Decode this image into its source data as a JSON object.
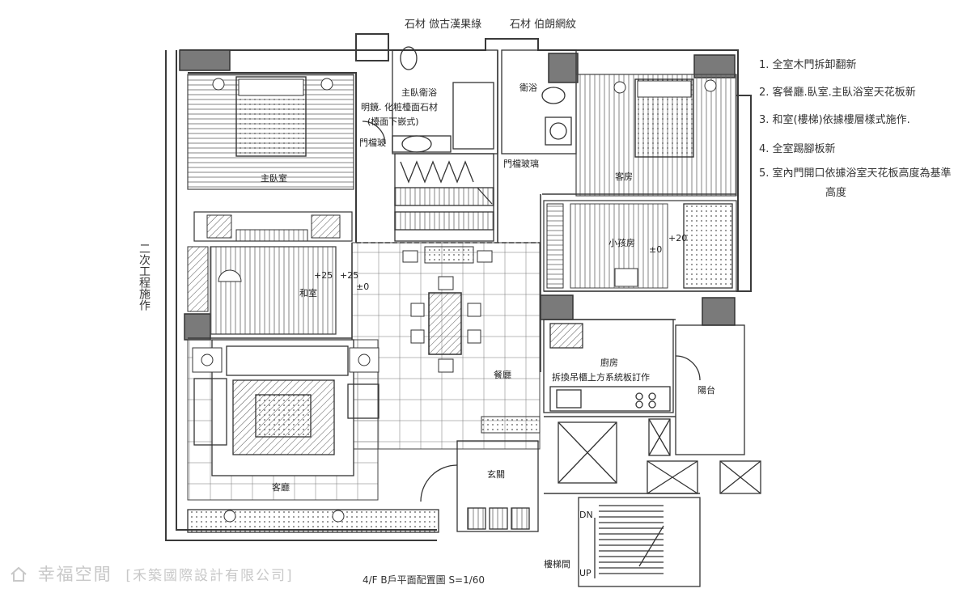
{
  "top_labels": {
    "material_1": "石材 倣古漢果綠",
    "material_2": "石材 伯朗網紋"
  },
  "rooms": {
    "master_bedroom": "主臥室",
    "master_bath": "主臥衛浴",
    "bath": "衛浴",
    "guest_room": "客房",
    "kids_room": "小孩房",
    "tatami_room": "和室",
    "kitchen": "廚房",
    "balcony": "陽台",
    "dining": "餐廳",
    "foyer": "玄關",
    "living_room": "客廳",
    "stairwell": "樓梯間"
  },
  "inline_notes": {
    "bath_note_1": "明鏡. 化粧檯面石材",
    "bath_note_2": "(檯面下嵌式)",
    "bath_side": "門檔玻",
    "glass_door": "門檔玻璃",
    "kitchen_note": "拆換吊櫃上方系統板訂作"
  },
  "levels": {
    "tatami_a": "+25",
    "tatami_b": "+25",
    "dining": "±0",
    "kids": "±0",
    "kids_plus": "+20"
  },
  "stairs": {
    "dn": "DN",
    "up": "UP"
  },
  "left_note": "二次工程施作",
  "notes": [
    "1. 全室木門拆卸翻新",
    "2. 客餐廳.臥室.主臥浴室天花板新",
    "3. 和室(樓梯)依據樓層樣式施作.",
    "4. 全室踢腳板新",
    "5. 室內門開口依據浴室天花板高度為基準",
    "高度"
  ],
  "title": "4/F B戶平面配置圖  S=1/60",
  "watermark": {
    "brand": "幸福空間",
    "company": "[禾築國際設計有限公司]"
  },
  "colors": {
    "line": "#3a3a3a",
    "fill_dark": "#7a7a7a",
    "watermark": "#c8c8c8"
  }
}
